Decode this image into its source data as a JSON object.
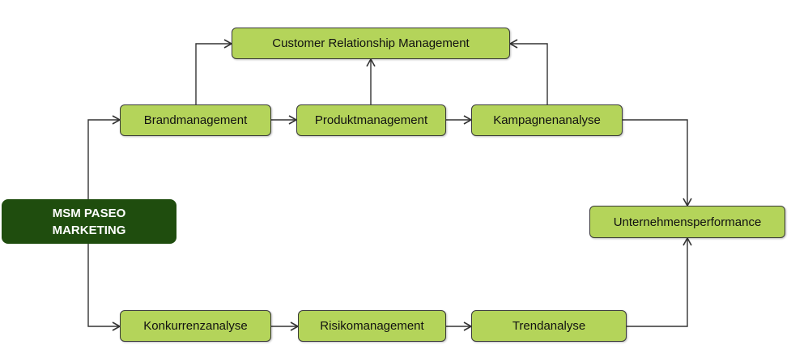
{
  "colors": {
    "node_fill": "#b4d45a",
    "root_fill": "#1f4d0e",
    "edge": "#333333"
  },
  "nodes": {
    "crm": "Customer Relationship Management",
    "brand": "Brandmanagement",
    "produkt": "Produktmanagement",
    "kampagne": "Kampagnenanalyse",
    "root_line1": "MSM PASEO",
    "root_line2": "MARKETING",
    "performance": "Unternehmensperformance",
    "konkurrenz": "Konkurrenzanalyse",
    "risiko": "Risikomanagement",
    "trend": "Trendanalyse"
  },
  "edges": [
    {
      "from": "root",
      "to": "brand"
    },
    {
      "from": "root",
      "to": "konkurrenz"
    },
    {
      "from": "brand",
      "to": "crm"
    },
    {
      "from": "produkt",
      "to": "crm"
    },
    {
      "from": "kampagne",
      "to": "crm"
    },
    {
      "from": "brand",
      "to": "produkt"
    },
    {
      "from": "produkt",
      "to": "kampagne"
    },
    {
      "from": "kampagne",
      "to": "performance"
    },
    {
      "from": "konkurrenz",
      "to": "risiko"
    },
    {
      "from": "risiko",
      "to": "trend"
    },
    {
      "from": "trend",
      "to": "performance"
    }
  ]
}
